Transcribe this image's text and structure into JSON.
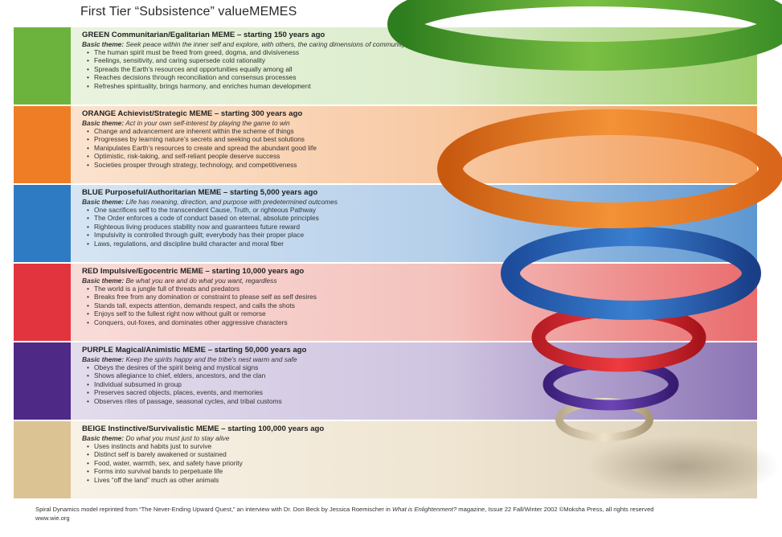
{
  "title": "First Tier “Subsistence” valueMEMES",
  "bands": [
    {
      "color": "#6cb33e",
      "tint": "linear-gradient(90deg,#eaf3df 0%,#dbeccb 55%,#9fce6c 100%)",
      "heading": "GREEN Communitarian/Egalitarian MEME – starting 150 years ago",
      "theme_label": "Basic theme:",
      "theme": "Seek peace within the inner self and explore, with others, the caring dimensions of community",
      "bullets": [
        "The human spirit must be freed from greed, dogma, and divisiveness",
        "Feelings, sensitivity, and caring supersede cold rationality",
        "Spreads the Earth’s resources and opportunities equally among all",
        "Reaches decisions through reconciliation and consensus processes",
        "Refreshes spirituality, brings harmony, and enriches human development"
      ]
    },
    {
      "color": "#ef7d26",
      "tint": "linear-gradient(90deg,#fbe3cf 0%,#f8c9a3 55%,#f29a54 100%)",
      "heading": "ORANGE Achievist/Strategic MEME – starting 300 years ago",
      "theme_label": "Basic theme:",
      "theme": "Act in your own self-interest by playing the game to win",
      "bullets": [
        "Change and advancement are inherent within the scheme of things",
        "Progresses by learning nature’s secrets and seeking out best solutions",
        "Manipulates Earth’s resources to create and spread the abundant good life",
        "Optimistic, risk-taking, and self-reliant people deserve success",
        "Societies prosper through strategy, technology, and competitiveness"
      ]
    },
    {
      "color": "#2f7bc3",
      "tint": "linear-gradient(90deg,#d6e5f3 0%,#b5cfea 55%,#5d97d1 100%)",
      "heading": "BLUE Purposeful/Authoritarian MEME – starting 5,000 years ago",
      "theme_label": "Basic theme:",
      "theme": "Life has meaning, direction, and purpose with predetermined outcomes",
      "bullets": [
        "One sacrifices self to the transcendent Cause, Truth, or righteous Pathway",
        "The Order enforces a code of conduct based on eternal, absolute principles",
        "Righteous living produces stability now and guarantees future reward",
        "Impulsivity is controlled through guilt; everybody has their proper place",
        "Laws, regulations, and discipline build character and moral fiber"
      ]
    },
    {
      "color": "#e2343f",
      "tint": "linear-gradient(90deg,#f8dcd9 0%,#f4c2bd 55%,#ea6b6d 100%)",
      "heading": "RED Impulsive/Egocentric MEME – starting 10,000 years ago",
      "theme_label": "Basic theme:",
      "theme": "Be what you are and do what you want, regardless",
      "bullets": [
        "The world is a jungle full of threats and predators",
        "Breaks free from any domination or constraint to please self as self desires",
        "Stands tall, expects attention, demands respect, and calls the shots",
        "Enjoys self to the fullest right now without guilt or remorse",
        "Conquers, out-foxes, and dominates other aggressive characters"
      ]
    },
    {
      "color": "#4e2a86",
      "tint": "linear-gradient(90deg,#e2dcec 0%,#cfc4e0 55%,#8b74b5 100%)",
      "heading": "PURPLE Magical/Animistic MEME – starting 50,000 years ago",
      "theme_label": "Basic theme:",
      "theme": "Keep the spirits happy and the tribe’s nest warm and safe",
      "bullets": [
        "Obeys the desires of the spirit being and mystical signs",
        "Shows allegiance to chief, elders, ancestors, and the clan",
        "Individual subsumed in group",
        "Preserves sacred objects, places, events, and memories",
        "Observes rites of passage, seasonal cycles, and tribal customs"
      ]
    },
    {
      "color": "#dcc393",
      "tint": "linear-gradient(90deg,#f7f1e6 0%,#efe5d2 55%,#ddd1b9 100%)",
      "heading": "BEIGE Instinctive/Survivalistic MEME – starting 100,000 years ago",
      "theme_label": "Basic theme:",
      "theme": "Do what you must just to stay alive",
      "bullets": [
        "Uses instincts and habits just to survive",
        "Distinct self is barely awakened or sustained",
        "Food, water, warmth, sex, and safety have priority",
        "Forms into survival bands to perpetuate life",
        "Lives “off the land” much as other animals"
      ]
    }
  ],
  "footer": {
    "line1_a": "Spiral Dynamics model reprinted from “The Never-Ending Upward Quest,” an interview with Dr. Don Beck by Jessica Roemischer in ",
    "line1_magazine": "What is Enlightenment?",
    "line1_b": " magazine, Issue 22 Fall/Winter 2002 ©Moksha Press, all rights reserved",
    "line2": "www.wie.org"
  }
}
